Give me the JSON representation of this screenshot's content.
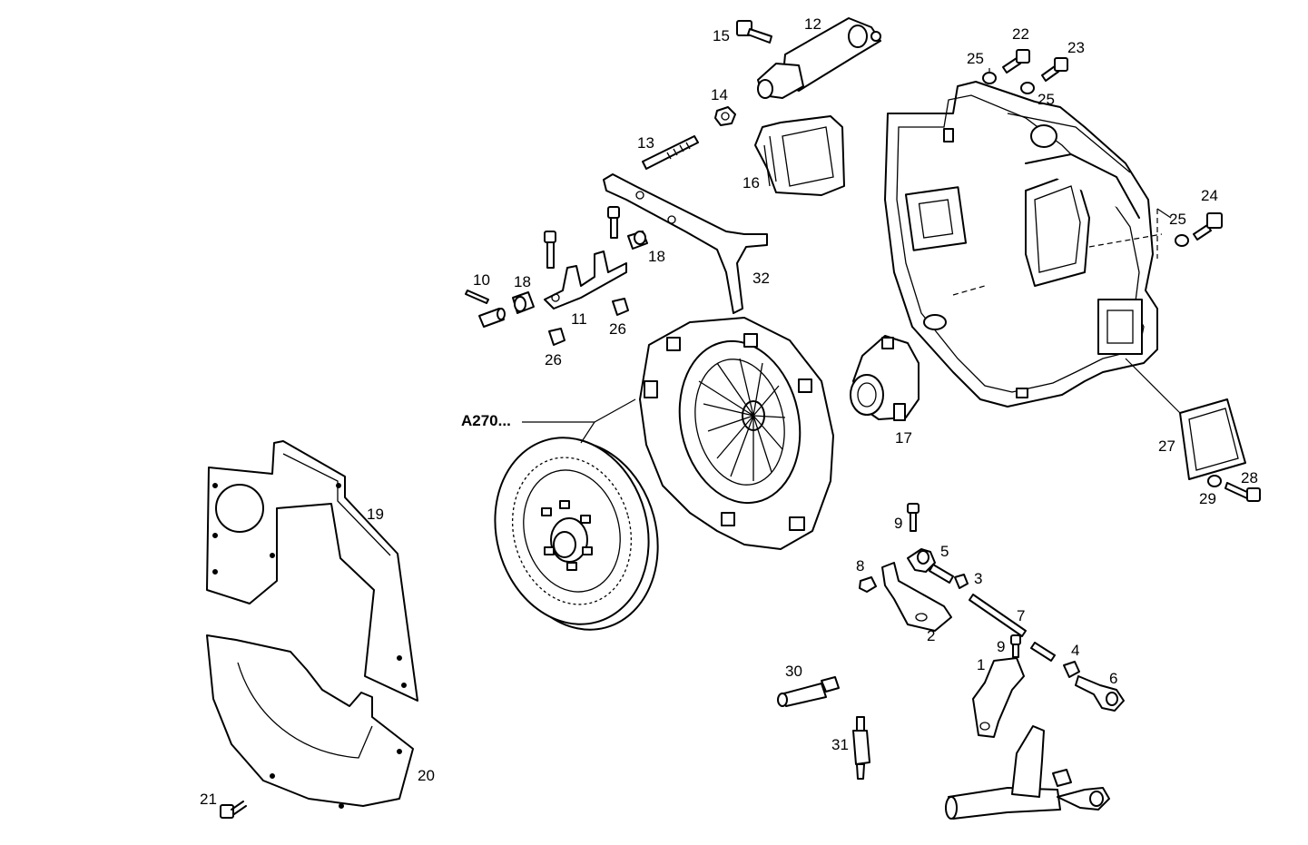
{
  "callouts": {
    "c1": "1",
    "c2": "2",
    "c3": "3",
    "c4": "4",
    "c5": "5",
    "c6": "6",
    "c7": "7",
    "c8": "8",
    "c9a": "9",
    "c9b": "9",
    "c10": "10",
    "c11": "11",
    "c12": "12",
    "c13": "13",
    "c14": "14",
    "c15": "15",
    "c16": "16",
    "c17": "17",
    "c18a": "18",
    "c18b": "18",
    "c19": "19",
    "c20": "20",
    "c21": "21",
    "c22": "22",
    "c23": "23",
    "c24": "24",
    "c25a": "25",
    "c25b": "25",
    "c25c": "25",
    "c26a": "26",
    "c26b": "26",
    "c27": "27",
    "c28": "28",
    "c29": "29",
    "c30": "30",
    "c31": "31",
    "c32": "32",
    "assembly": "A270..."
  }
}
